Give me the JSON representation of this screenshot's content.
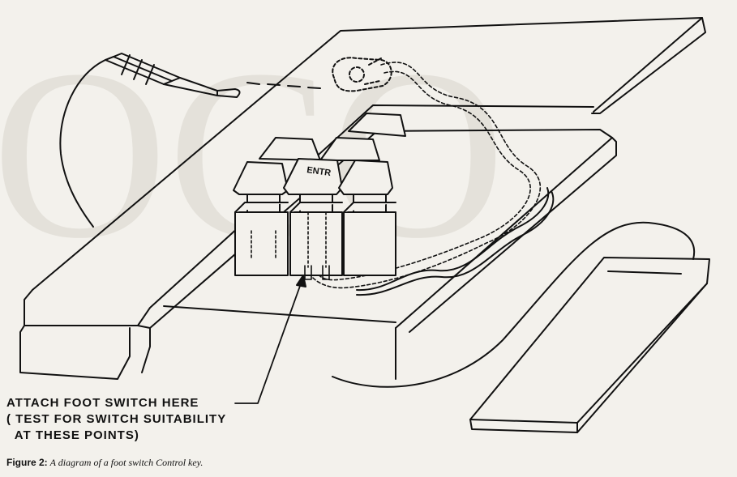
{
  "diagram": {
    "keycap_label": "ENTR",
    "callout_lines": [
      "ATTACH FOOT SWITCH HERE",
      "( TEST FOR SWITCH SUITABILITY",
      "  AT THESE POINTS)"
    ]
  },
  "caption": {
    "label": "Figure 2:",
    "text": "A diagram of a foot switch Control key."
  }
}
